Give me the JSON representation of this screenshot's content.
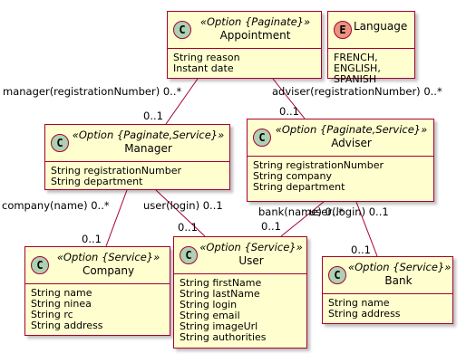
{
  "classes": {
    "appointment": {
      "badge": "C",
      "stereotype": "«Option {Paginate}»",
      "name": "Appointment",
      "attributes": [
        "String reason",
        "Instant date"
      ]
    },
    "language": {
      "badge": "E",
      "name": "Language",
      "values": [
        "FRENCH,",
        "ENGLISH,",
        "SPANISH"
      ]
    },
    "manager": {
      "badge": "C",
      "stereotype": "«Option {Paginate,Service}»",
      "name": "Manager",
      "attributes": [
        "String registrationNumber",
        "String department"
      ]
    },
    "adviser": {
      "badge": "C",
      "stereotype": "«Option {Paginate,Service}»",
      "name": "Adviser",
      "attributes": [
        "String registrationNumber",
        "String company",
        "String department"
      ]
    },
    "company": {
      "badge": "C",
      "stereotype": "«Option {Service}»",
      "name": "Company",
      "attributes": [
        "String name",
        "String ninea",
        "String rc",
        "String address"
      ]
    },
    "user": {
      "badge": "C",
      "stereotype": "«Option {Service}»",
      "name": "User",
      "attributes": [
        "String firstName",
        "String lastName",
        "String login",
        "String email",
        "String imageUrl",
        "String authorities"
      ]
    },
    "bank": {
      "badge": "C",
      "stereotype": "«Option {Service}»",
      "name": "Bank",
      "attributes": [
        "String name",
        "String address"
      ]
    }
  },
  "relations": [
    {
      "id": "appointment-manager",
      "from_label": "manager(registrationNumber) 0..*",
      "to_label": "0..1"
    },
    {
      "id": "appointment-adviser",
      "from_label": "adviser(registrationNumber) 0..*",
      "to_label": "0..1"
    },
    {
      "id": "manager-company",
      "from_label": "company(name) 0..*",
      "to_label": "0..1"
    },
    {
      "id": "manager-user",
      "from_label": "user(login) 0..1",
      "to_label": "0..1"
    },
    {
      "id": "adviser-user",
      "from_label": "bank(name) 0..*",
      "to_label": "0..1"
    },
    {
      "id": "adviser-bank",
      "from_label": "user(login) 0..1",
      "to_label": "0..1"
    }
  ]
}
